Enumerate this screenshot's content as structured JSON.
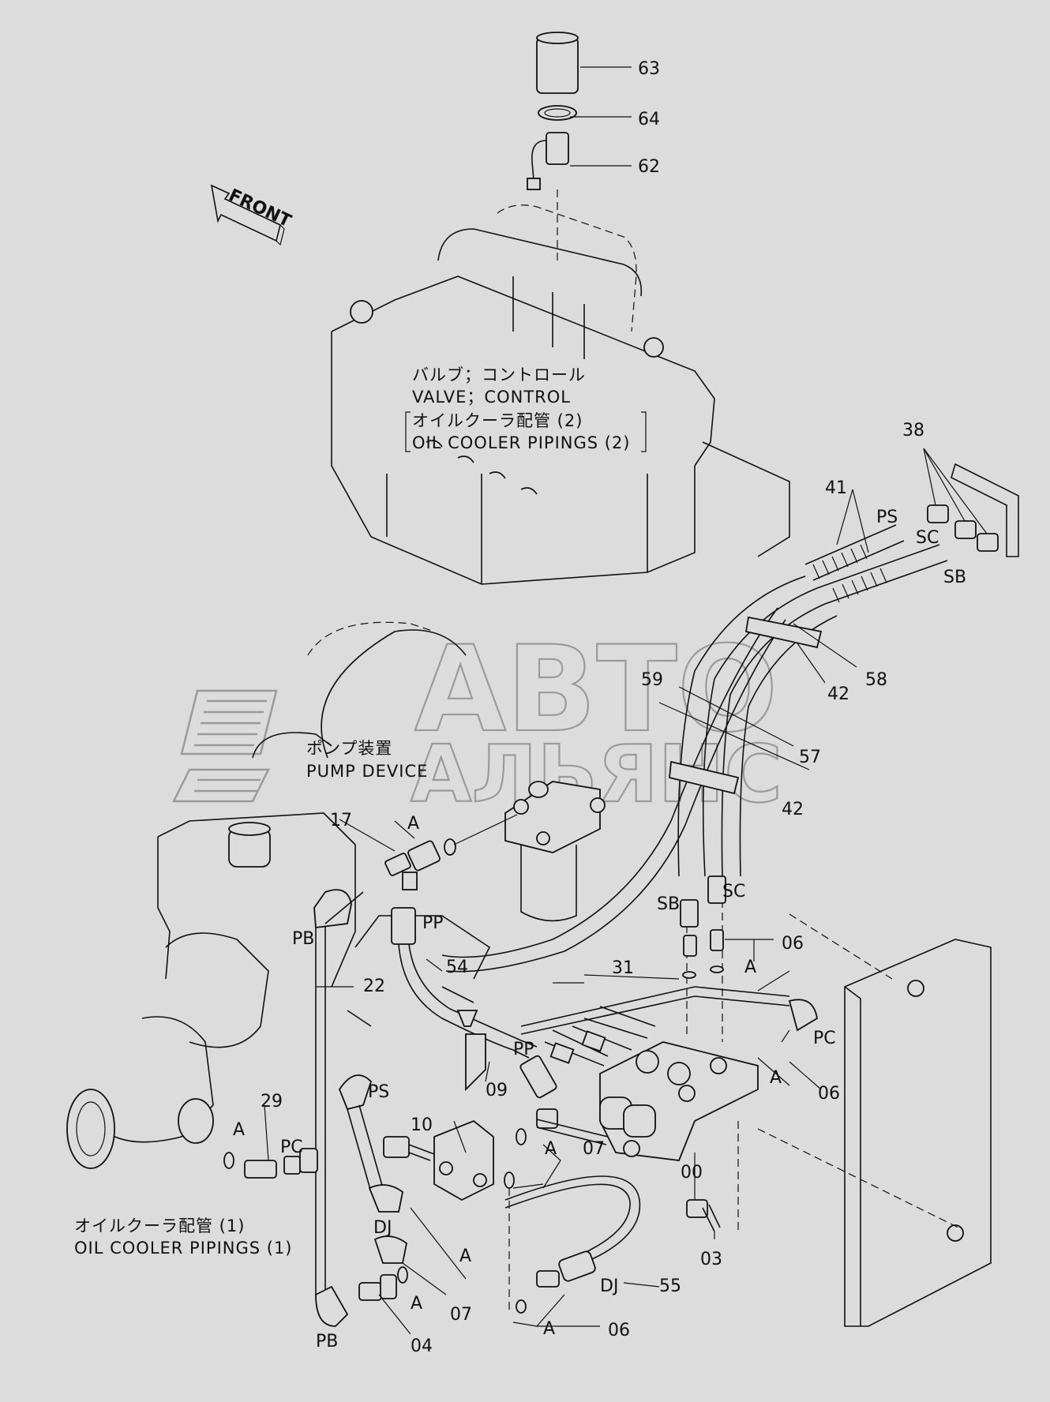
{
  "front_arrow": "FRONT",
  "valve_label": {
    "jp": "バルブ；コントロール",
    "en": "VALVE；CONTROL",
    "sub_jp": "オイルクーラ配管 (2)",
    "sub_en": "OIL  COOLER  PIPINGS (2)"
  },
  "pump_label": {
    "jp": "ポンプ装置",
    "en": "PUMP  DEVICE"
  },
  "bottom_label": {
    "jp": "オイルクーラ配管 (1)",
    "en": "OIL  COOLER  PIPINGS (1)"
  },
  "watermark": {
    "line1": "АВТО",
    "line2": "АЛЬЯНС"
  },
  "parts": {
    "p63": "63",
    "p64": "64",
    "p62": "62",
    "p38": "38",
    "p41": "41",
    "p58": "58",
    "p59": "59",
    "p42a": "42",
    "p57": "57",
    "p42b": "42",
    "p17": "17",
    "p22": "22",
    "p54": "54",
    "p31": "31",
    "p06a": "06",
    "p06b": "06",
    "p06c": "06",
    "p29": "29",
    "p10": "10",
    "p09": "09",
    "p07a": "07",
    "p07b": "07",
    "p00": "00",
    "p03": "03",
    "p55": "55",
    "p04": "04"
  },
  "ports": {
    "PS1": "PS",
    "SC1": "SC",
    "SB1": "SB",
    "SB2": "SB",
    "SC2": "SC",
    "PB1": "PB",
    "PP1": "PP",
    "PP2": "PP",
    "PS2": "PS",
    "PC1": "PC",
    "PC2": "PC",
    "DJ1": "DJ",
    "DJ2": "DJ",
    "PB2": "PB"
  },
  "detail_a": "A"
}
